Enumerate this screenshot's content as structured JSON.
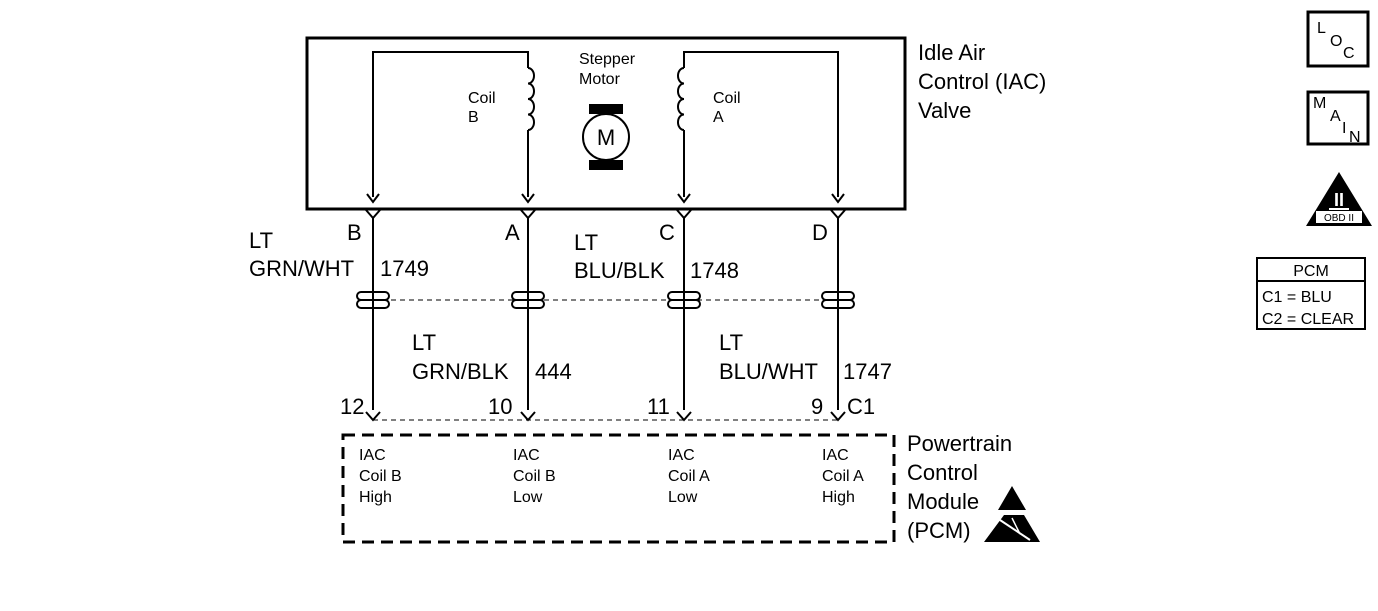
{
  "iac_valve": {
    "title_lines": [
      "Idle Air",
      "Control (IAC)",
      "Valve"
    ],
    "motor_label_lines": [
      "Stepper",
      "Motor"
    ],
    "motor_symbol": "M",
    "coil_b_lines": [
      "Coil",
      "B"
    ],
    "coil_a_lines": [
      "Coil",
      "A"
    ]
  },
  "valve_terminals": [
    "B",
    "A",
    "C",
    "D"
  ],
  "wires": [
    {
      "color_lines": [
        "LT",
        "GRN/WHT"
      ],
      "circuit": "1749"
    },
    {
      "color_lines": [
        "LT",
        "GRN/BLK"
      ],
      "circuit": "444"
    },
    {
      "color_lines": [
        "LT",
        "BLU/BLK"
      ],
      "circuit": "1748"
    },
    {
      "color_lines": [
        "LT",
        "BLU/WHT"
      ],
      "circuit": "1747"
    }
  ],
  "pcm_pins": [
    "12",
    "10",
    "11",
    "9"
  ],
  "pcm_connector": "C1",
  "pcm_circuits": [
    {
      "lines": [
        "IAC",
        "Coil B",
        "High"
      ]
    },
    {
      "lines": [
        "IAC",
        "Coil B",
        "Low"
      ]
    },
    {
      "lines": [
        "IAC",
        "Coil A",
        "Low"
      ]
    },
    {
      "lines": [
        "IAC",
        "Coil A",
        "High"
      ]
    }
  ],
  "pcm_title_lines": [
    "Powertrain",
    "Control",
    "Module",
    "(PCM)"
  ],
  "nav": {
    "loc": [
      "L",
      "O",
      "C"
    ],
    "main": [
      "M",
      "A",
      "I",
      "N"
    ],
    "obd_symbol": "II",
    "obd_text": "OBD II"
  },
  "pcm_key": {
    "title": "PCM",
    "rows": [
      "C1 = BLU",
      "C2 = CLEAR"
    ]
  }
}
